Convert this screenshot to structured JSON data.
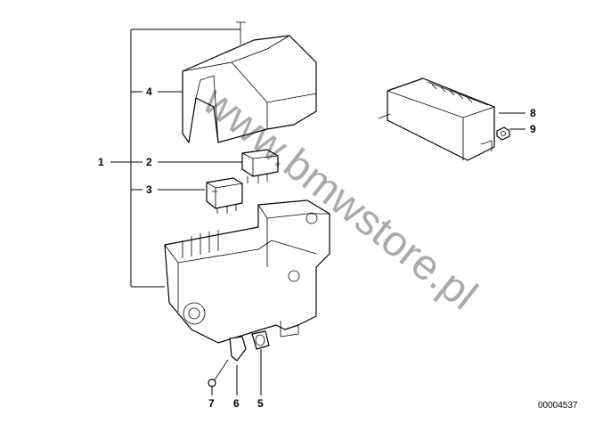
{
  "diagram": {
    "callouts": [
      {
        "number": "1",
        "part": "group"
      },
      {
        "number": "2",
        "part": "relay-small"
      },
      {
        "number": "3",
        "part": "relay"
      },
      {
        "number": "4",
        "part": "cover"
      },
      {
        "number": "5",
        "part": "rubber-mount"
      },
      {
        "number": "6",
        "part": "bushing"
      },
      {
        "number": "7",
        "part": "screw"
      },
      {
        "number": "8",
        "part": "control-unit"
      },
      {
        "number": "9",
        "part": "nut"
      }
    ],
    "watermark": "www.bmwstore.pl",
    "drawing_number": "00004537"
  }
}
